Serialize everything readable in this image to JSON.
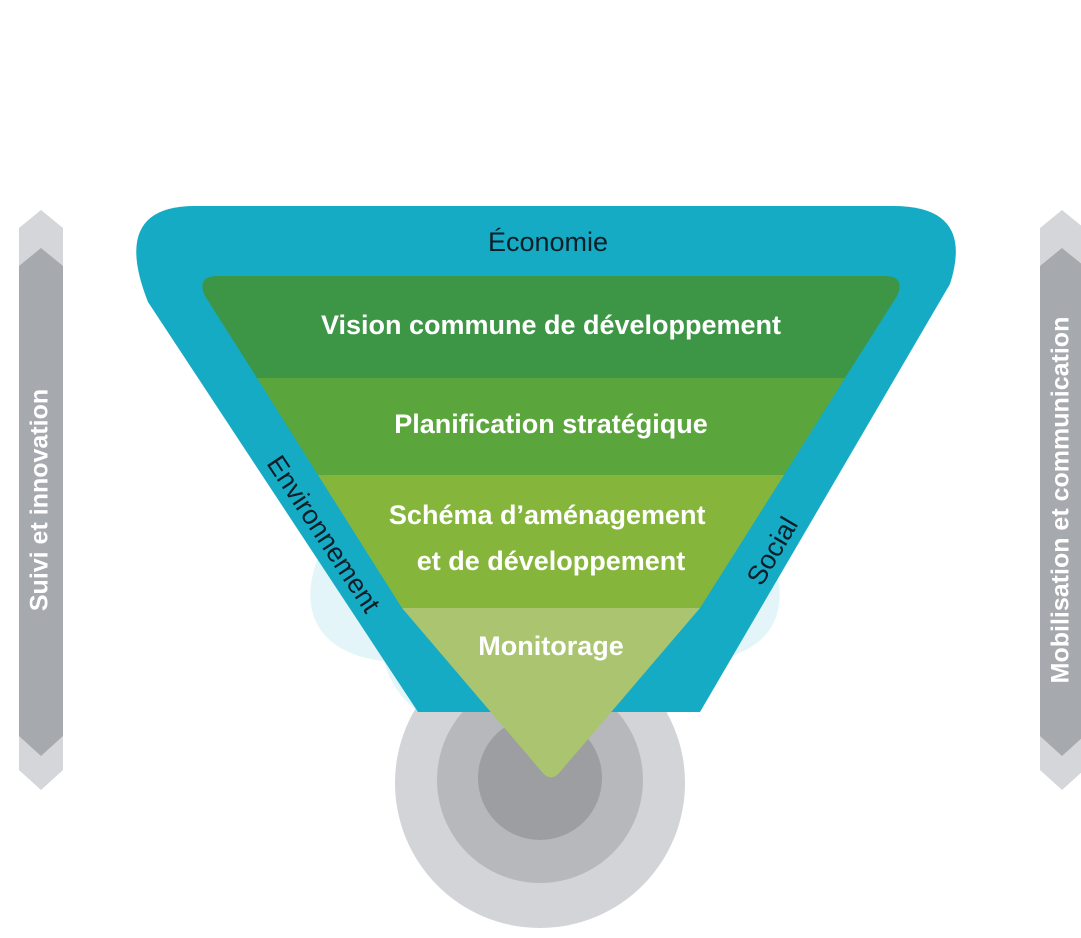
{
  "colors": {
    "halo": "#7fd3e3",
    "frame": "#16abc4",
    "level_1": "#3d9646",
    "level_2": "#5aa53c",
    "level_3": "#85b63b",
    "level_4": "#aac470",
    "arrow_outer": "#d4d6d9",
    "arrow_inner": "#a6a9ad",
    "circle_outer": "#d2d4d7",
    "circle_mid": "#b6b8bc",
    "circle_inner": "#9c9ea2"
  },
  "sides": {
    "left": "Suivi et innovation",
    "right": "Mobilisation et communication"
  },
  "frame": {
    "top": "Économie",
    "left": "Environnement",
    "right": "Social"
  },
  "levels": [
    {
      "lines": [
        "Vision commune de développement"
      ]
    },
    {
      "lines": [
        "Planification stratégique"
      ]
    },
    {
      "lines": [
        "Schéma d’aménagement",
        "et de développement"
      ]
    },
    {
      "lines": [
        "Monitorage"
      ]
    }
  ]
}
